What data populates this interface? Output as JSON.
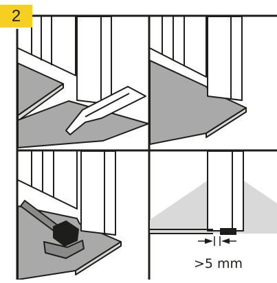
{
  "step": {
    "number": "2",
    "badge_color": "#f5cf22"
  },
  "panels": [
    {
      "name": "panel-top-left",
      "depicts": "door-frame-with-saw-guide"
    },
    {
      "name": "panel-top-right",
      "depicts": "undercut-door-frame"
    },
    {
      "name": "panel-bottom-left",
      "depicts": "hammer-tapping-block"
    },
    {
      "name": "panel-bottom-right",
      "depicts": "expansion-gap-detail"
    }
  ],
  "gap_label": ">5 mm",
  "colors": {
    "line": "#1d1d1b",
    "floor": "#a9a9a9",
    "floor_light": "#d8d8d8",
    "shadow": "#d9d9d9",
    "hammer": "#8a8a8a"
  }
}
